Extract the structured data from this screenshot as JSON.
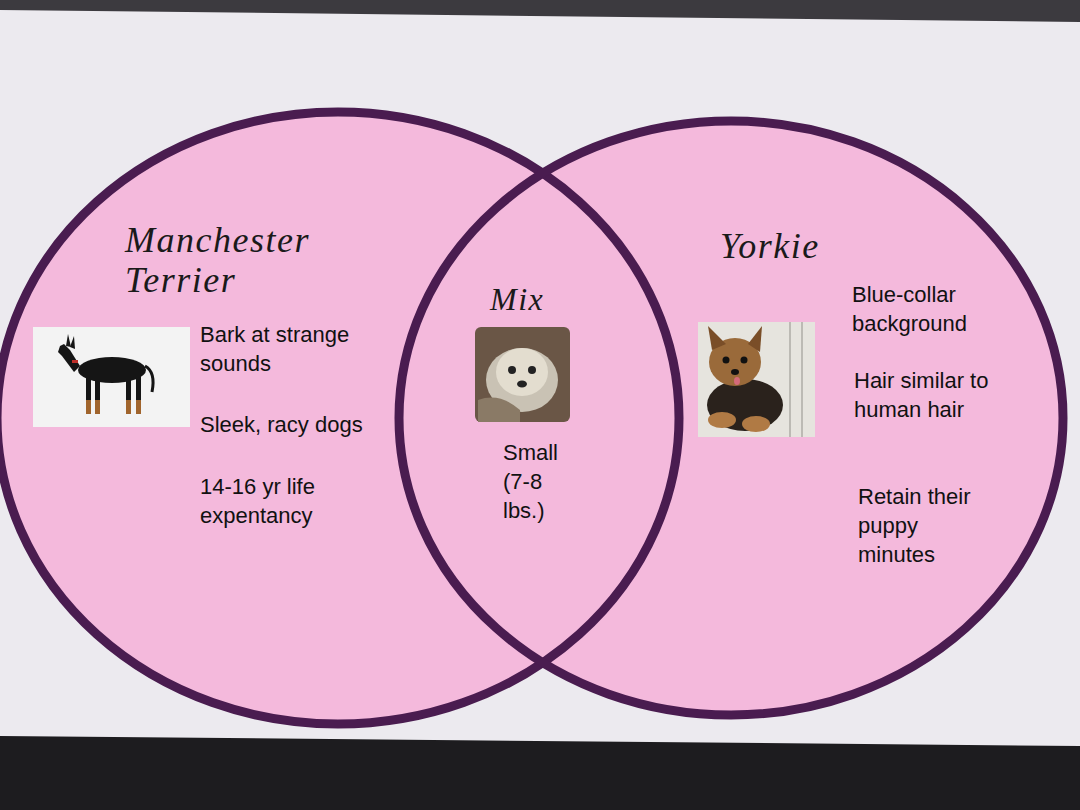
{
  "diagram": {
    "nodes": [
      {
        "text": [
          "Manchester Terrier",
          "Bark at strange sounds",
          "Sleek, racy dogs",
          "14-16 yr life expentancy"
        ]
      },
      {
        "text": [
          "Yorkie",
          "Blue-collar background",
          "Hair similar to human hair",
          "Retain their puppy minutes"
        ]
      },
      {
        "text": [
          "Mix",
          "Small (7-8 lbs.)"
        ]
      }
    ]
  }
}
